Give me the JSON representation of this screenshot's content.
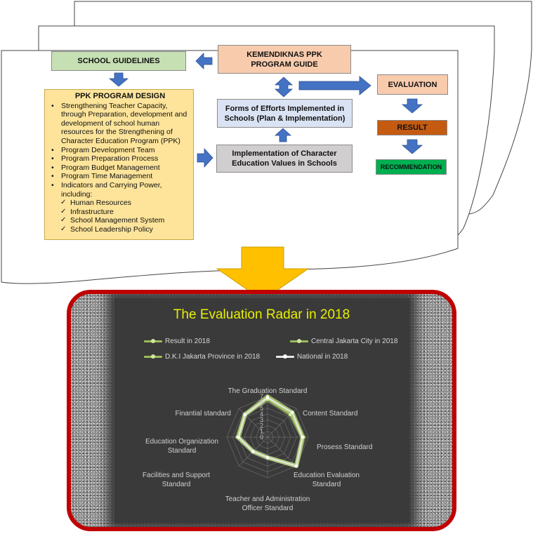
{
  "flowchart": {
    "school_guidelines": "SCHOOL GUIDELINES",
    "kemendiknas_guide": "KEMENDIKNAS PPK PROGRAM GUIDE",
    "design": {
      "title": "PPK PROGRAM DESIGN",
      "bullets": [
        "Strengthening Teacher Capacity, through Preparation, development and development of school human resources for the Strengthening of Character Education Program (PPK)",
        "Program Development Team",
        "Program Preparation Process",
        "Program Budget Management",
        "Program Time Management",
        "Indicators and Carrying Power, including:"
      ],
      "checks": [
        "Human Resources",
        "Infrastructure",
        "School Management System",
        "School Leadership Policy"
      ]
    },
    "forms_of_efforts": "Forms of Efforts Implemented in Schools (Plan & Implementation)",
    "implementation": "Implementation of Character Education Values in Schools",
    "evaluation": "EVALUATION",
    "result": "RESULT",
    "recommendation": "RECOMMENDATION",
    "colors": {
      "school_guidelines": "#c6e0b4",
      "kemendiknas": "#f8cbad",
      "design": "#fde49a",
      "forms": "#dae3f3",
      "implementation": "#d0cece",
      "evaluation": "#f8cbad",
      "result": "#c55a11",
      "recommendation": "#00b050",
      "arrow": "#4472c4",
      "big_arrow": "#ffc000",
      "panel_border": "#c00000"
    }
  },
  "chart_data": {
    "type": "radar",
    "title": "The Evaluation Radar in 2018",
    "categories": [
      "The Graduation Standard",
      "Content Standard",
      "Prosess Standard",
      "Education Evaluation Standard",
      "Teacher and Administration Officer Standard",
      "Facilities and Support Standard",
      "Education Organization Standard",
      "Finantial standard"
    ],
    "category_lines": [
      [
        "The Graduation Standard"
      ],
      [
        "Content Standard"
      ],
      [
        "Prosess Standard"
      ],
      [
        "Education Evaluation",
        "Standard"
      ],
      [
        "Teacher and Administration",
        "Officer Standard"
      ],
      [
        "Facilities and Support",
        "Standard"
      ],
      [
        "Education Organization",
        "Standard"
      ],
      [
        "Finantial standard"
      ]
    ],
    "r_ticks": [
      "0",
      "1",
      "2",
      "3",
      "4",
      "5",
      "6",
      "7"
    ],
    "rmax": 7,
    "series": [
      {
        "name": "Result in  2018",
        "values": [
          6.5,
          5.5,
          6,
          7,
          3.5,
          3.5,
          5,
          5.5
        ],
        "color": "#9bbb59"
      },
      {
        "name": "Central Jakarta City in 2018",
        "values": [
          7,
          6,
          6.2,
          7,
          3.5,
          3.5,
          5.2,
          5.5
        ],
        "color": "#9bbb59"
      },
      {
        "name": "D.K.I Jakarta Province in 2018",
        "values": [
          7,
          6,
          6,
          7,
          3.5,
          3.5,
          5,
          5.5
        ],
        "color": "#9bbb59"
      },
      {
        "name": "National in 2018",
        "values": [
          6.8,
          6,
          6,
          7,
          3.5,
          3.5,
          5,
          5.5
        ],
        "color": "#e8e8e8"
      }
    ],
    "legend": "top"
  }
}
